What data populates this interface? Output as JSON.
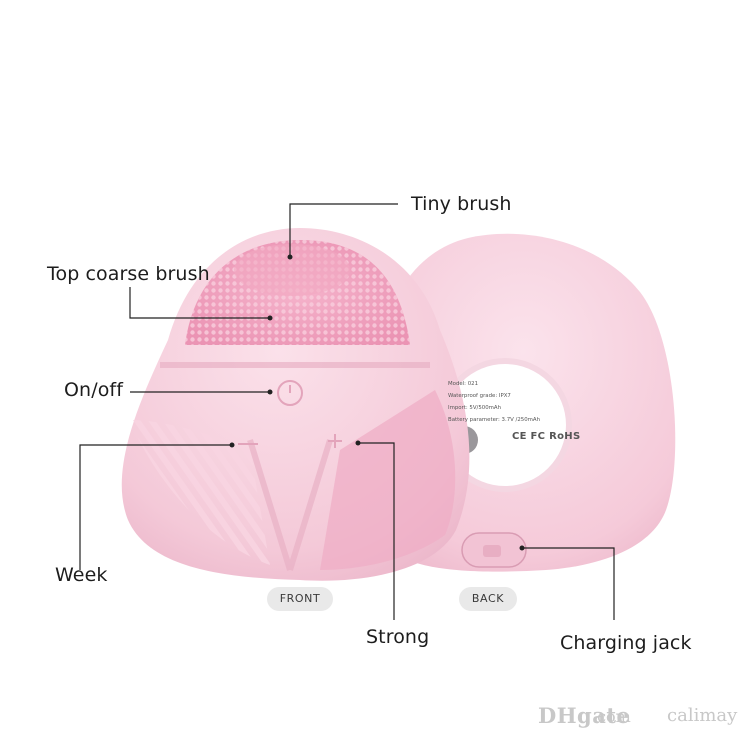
{
  "callouts": {
    "tiny_brush": "Tiny brush",
    "top_coarse_brush": "Top coarse brush",
    "on_off": "On/off",
    "week": "Week",
    "strong": "Strong",
    "charging_jack": "Charging jack"
  },
  "views": {
    "front": "FRONT",
    "back": "BACK"
  },
  "specs_label": {
    "model": "Model: 021",
    "waterproof": "Waterproof grade: IPX7",
    "import": "Import: 5V/500mAh",
    "battery": "Battery parameter: 3.7V /250mAh",
    "certifications": "CE FC RoHS"
  },
  "watermark": {
    "logo": "DHgate",
    "domain": ".com",
    "store": "calimay"
  },
  "colors": {
    "device_pink": "#f3c6d6",
    "device_shadow": "#e7a9c0",
    "bristle_pink": "#ef9fbd",
    "pill_gray": "#e9e9e9",
    "callout_line": "#222222"
  }
}
